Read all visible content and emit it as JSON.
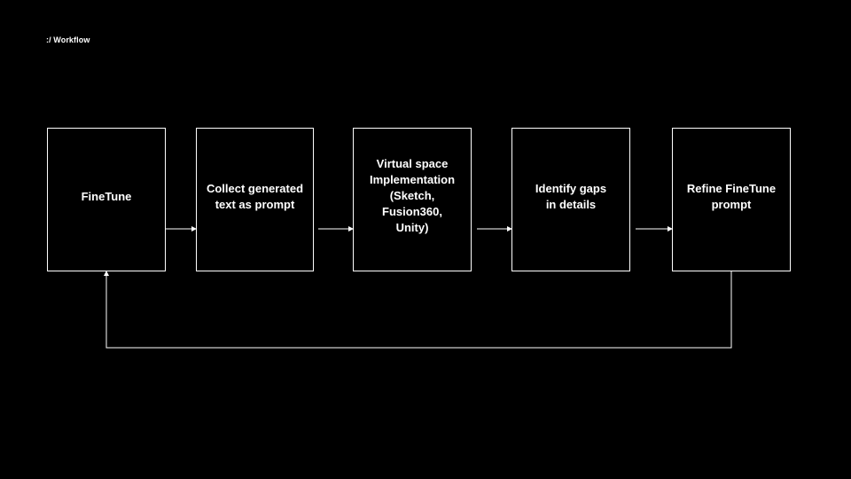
{
  "slide": {
    "title": ":/ Workflow"
  },
  "diagram": {
    "nodes": [
      {
        "id": "finetune",
        "label": "FineTune"
      },
      {
        "id": "collect",
        "label": "Collect generated\ntext as prompt"
      },
      {
        "id": "virtual-space",
        "label": "Virtual space\nImplementation\n(Sketch,\nFusion360,\nUnity)"
      },
      {
        "id": "identify-gaps",
        "label": "Identify gaps\nin details"
      },
      {
        "id": "refine",
        "label": "Refine FineTune\nprompt"
      }
    ],
    "edges": [
      {
        "from": "finetune",
        "to": "collect"
      },
      {
        "from": "collect",
        "to": "virtual-space"
      },
      {
        "from": "virtual-space",
        "to": "identify-gaps"
      },
      {
        "from": "identify-gaps",
        "to": "refine"
      },
      {
        "from": "refine",
        "to": "finetune"
      }
    ]
  },
  "colors": {
    "background": "#000000",
    "foreground": "#ffffff"
  }
}
